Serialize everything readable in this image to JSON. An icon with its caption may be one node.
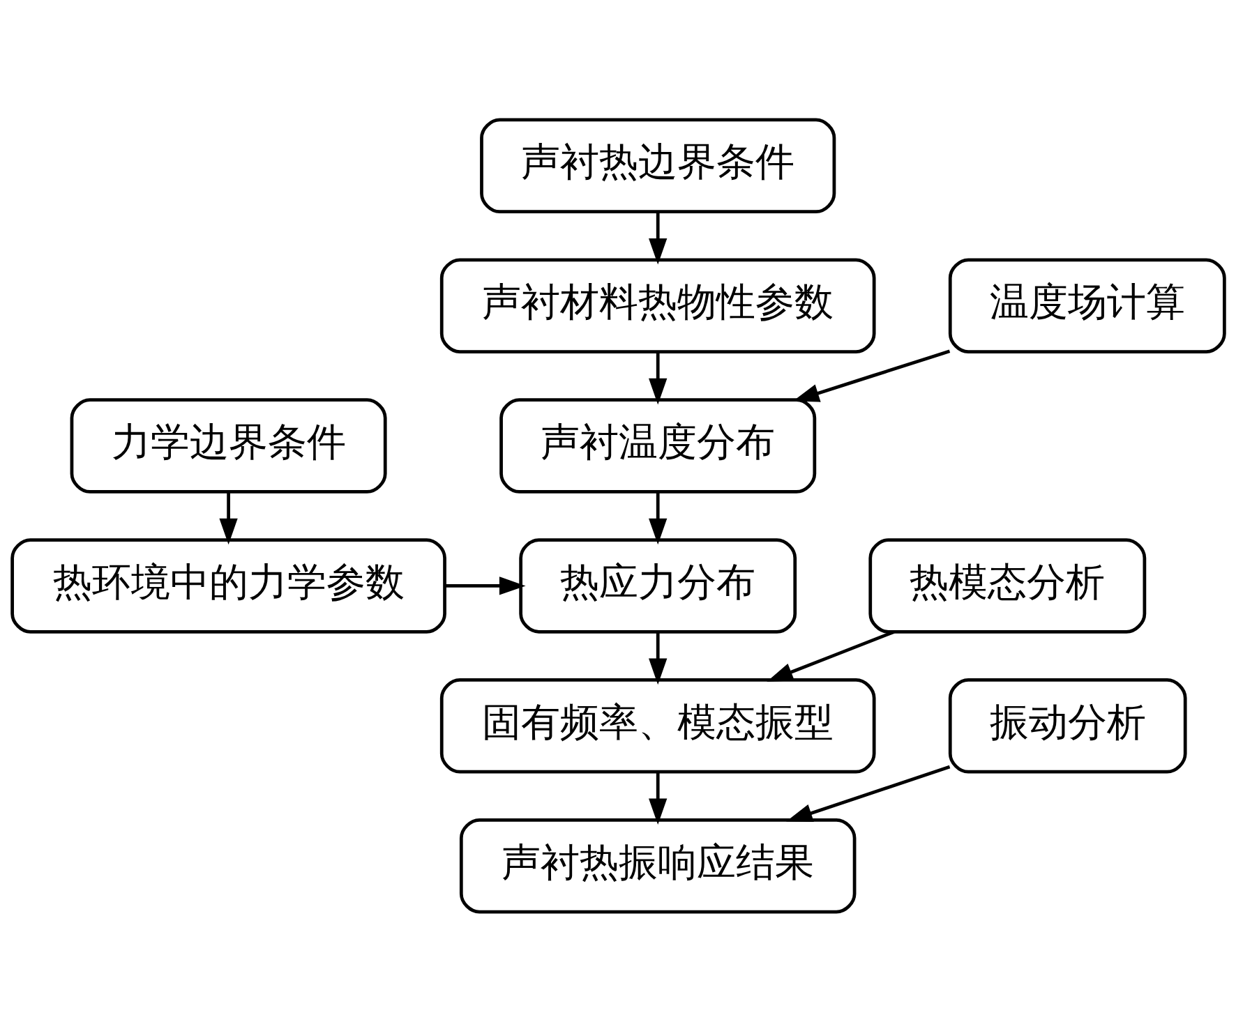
{
  "diagram": {
    "nodes": [
      {
        "text": [
          "声衬热边界条件"
        ]
      },
      {
        "text": [
          "声衬材料热物性参数"
        ]
      },
      {
        "text": [
          "温度场计算"
        ]
      },
      {
        "text": [
          "力学边界条件"
        ]
      },
      {
        "text": [
          "声衬温度分布"
        ]
      },
      {
        "text": [
          "热环境中的力学参数"
        ]
      },
      {
        "text": [
          "热应力分布"
        ]
      },
      {
        "text": [
          "热模态分析"
        ]
      },
      {
        "text": [
          "固有频率、模态振型"
        ]
      },
      {
        "text": [
          "振动分析"
        ]
      },
      {
        "text": [
          "声衬热振响应结果"
        ]
      }
    ],
    "edges": [
      {
        "from": 0,
        "to": 1,
        "arrow": "to"
      },
      {
        "from": 1,
        "to": 4,
        "arrow": "to"
      },
      {
        "from": 2,
        "to": 4,
        "arrow": "to"
      },
      {
        "from": 3,
        "to": 5,
        "arrow": "to"
      },
      {
        "from": 4,
        "to": 6,
        "arrow": "to"
      },
      {
        "from": 5,
        "to": 6,
        "arrow": "to"
      },
      {
        "from": 6,
        "to": 8,
        "arrow": "to"
      },
      {
        "from": 7,
        "to": 8,
        "arrow": "to"
      },
      {
        "from": 8,
        "to": 10,
        "arrow": "to"
      },
      {
        "from": 9,
        "to": 10,
        "arrow": "to"
      }
    ]
  }
}
